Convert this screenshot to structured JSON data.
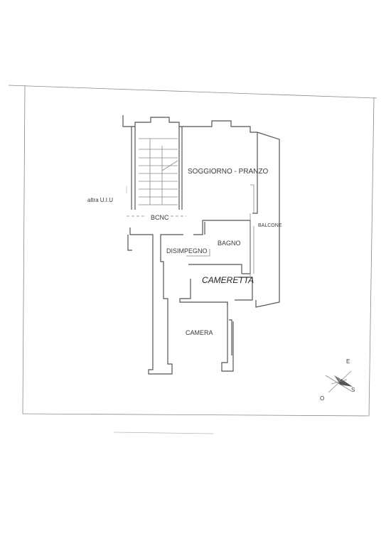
{
  "labels": {
    "living": "SOGGIORNO - PRANZO",
    "other_unit": "altra U.I.U",
    "bcnc": "BCNC",
    "balcony": "BALCONE",
    "bathroom": "BAGNO",
    "hallway": "DISIMPEGNO",
    "small_room": "CAMERETTA",
    "room": "CAMERA"
  },
  "compass": {
    "east": "E",
    "south": "S",
    "west": "O"
  }
}
